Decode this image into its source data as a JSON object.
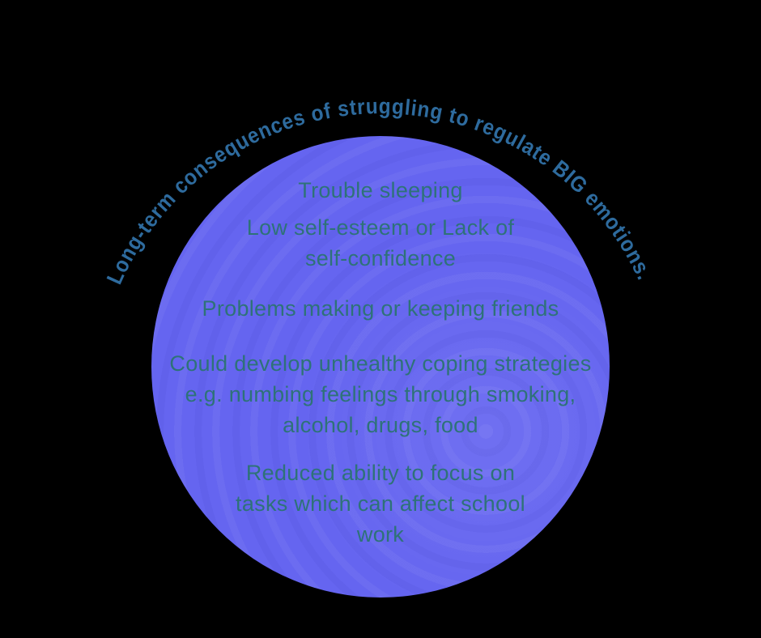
{
  "canvas": {
    "background_color": "#000000"
  },
  "title": {
    "text": "Long-term consequences of struggling to regulate BIG emotions.",
    "color": "#2e6b9e"
  },
  "circle": {
    "fill_color": "#6565f0",
    "text_color": "#2e7278",
    "consequences": [
      {
        "lines": [
          "Trouble sleeping"
        ]
      },
      {
        "lines": [
          "Low self-esteem or Lack of",
          "self-confidence"
        ]
      },
      {
        "lines": [
          "Problems making or keeping friends"
        ]
      },
      {
        "lines": [
          "Could develop unhealthy coping strategies",
          "e.g. numbing feelings through smoking,",
          "alcohol, drugs, food"
        ]
      },
      {
        "lines": [
          "Reduced ability to focus on",
          "tasks which can affect school",
          "work"
        ]
      }
    ]
  }
}
